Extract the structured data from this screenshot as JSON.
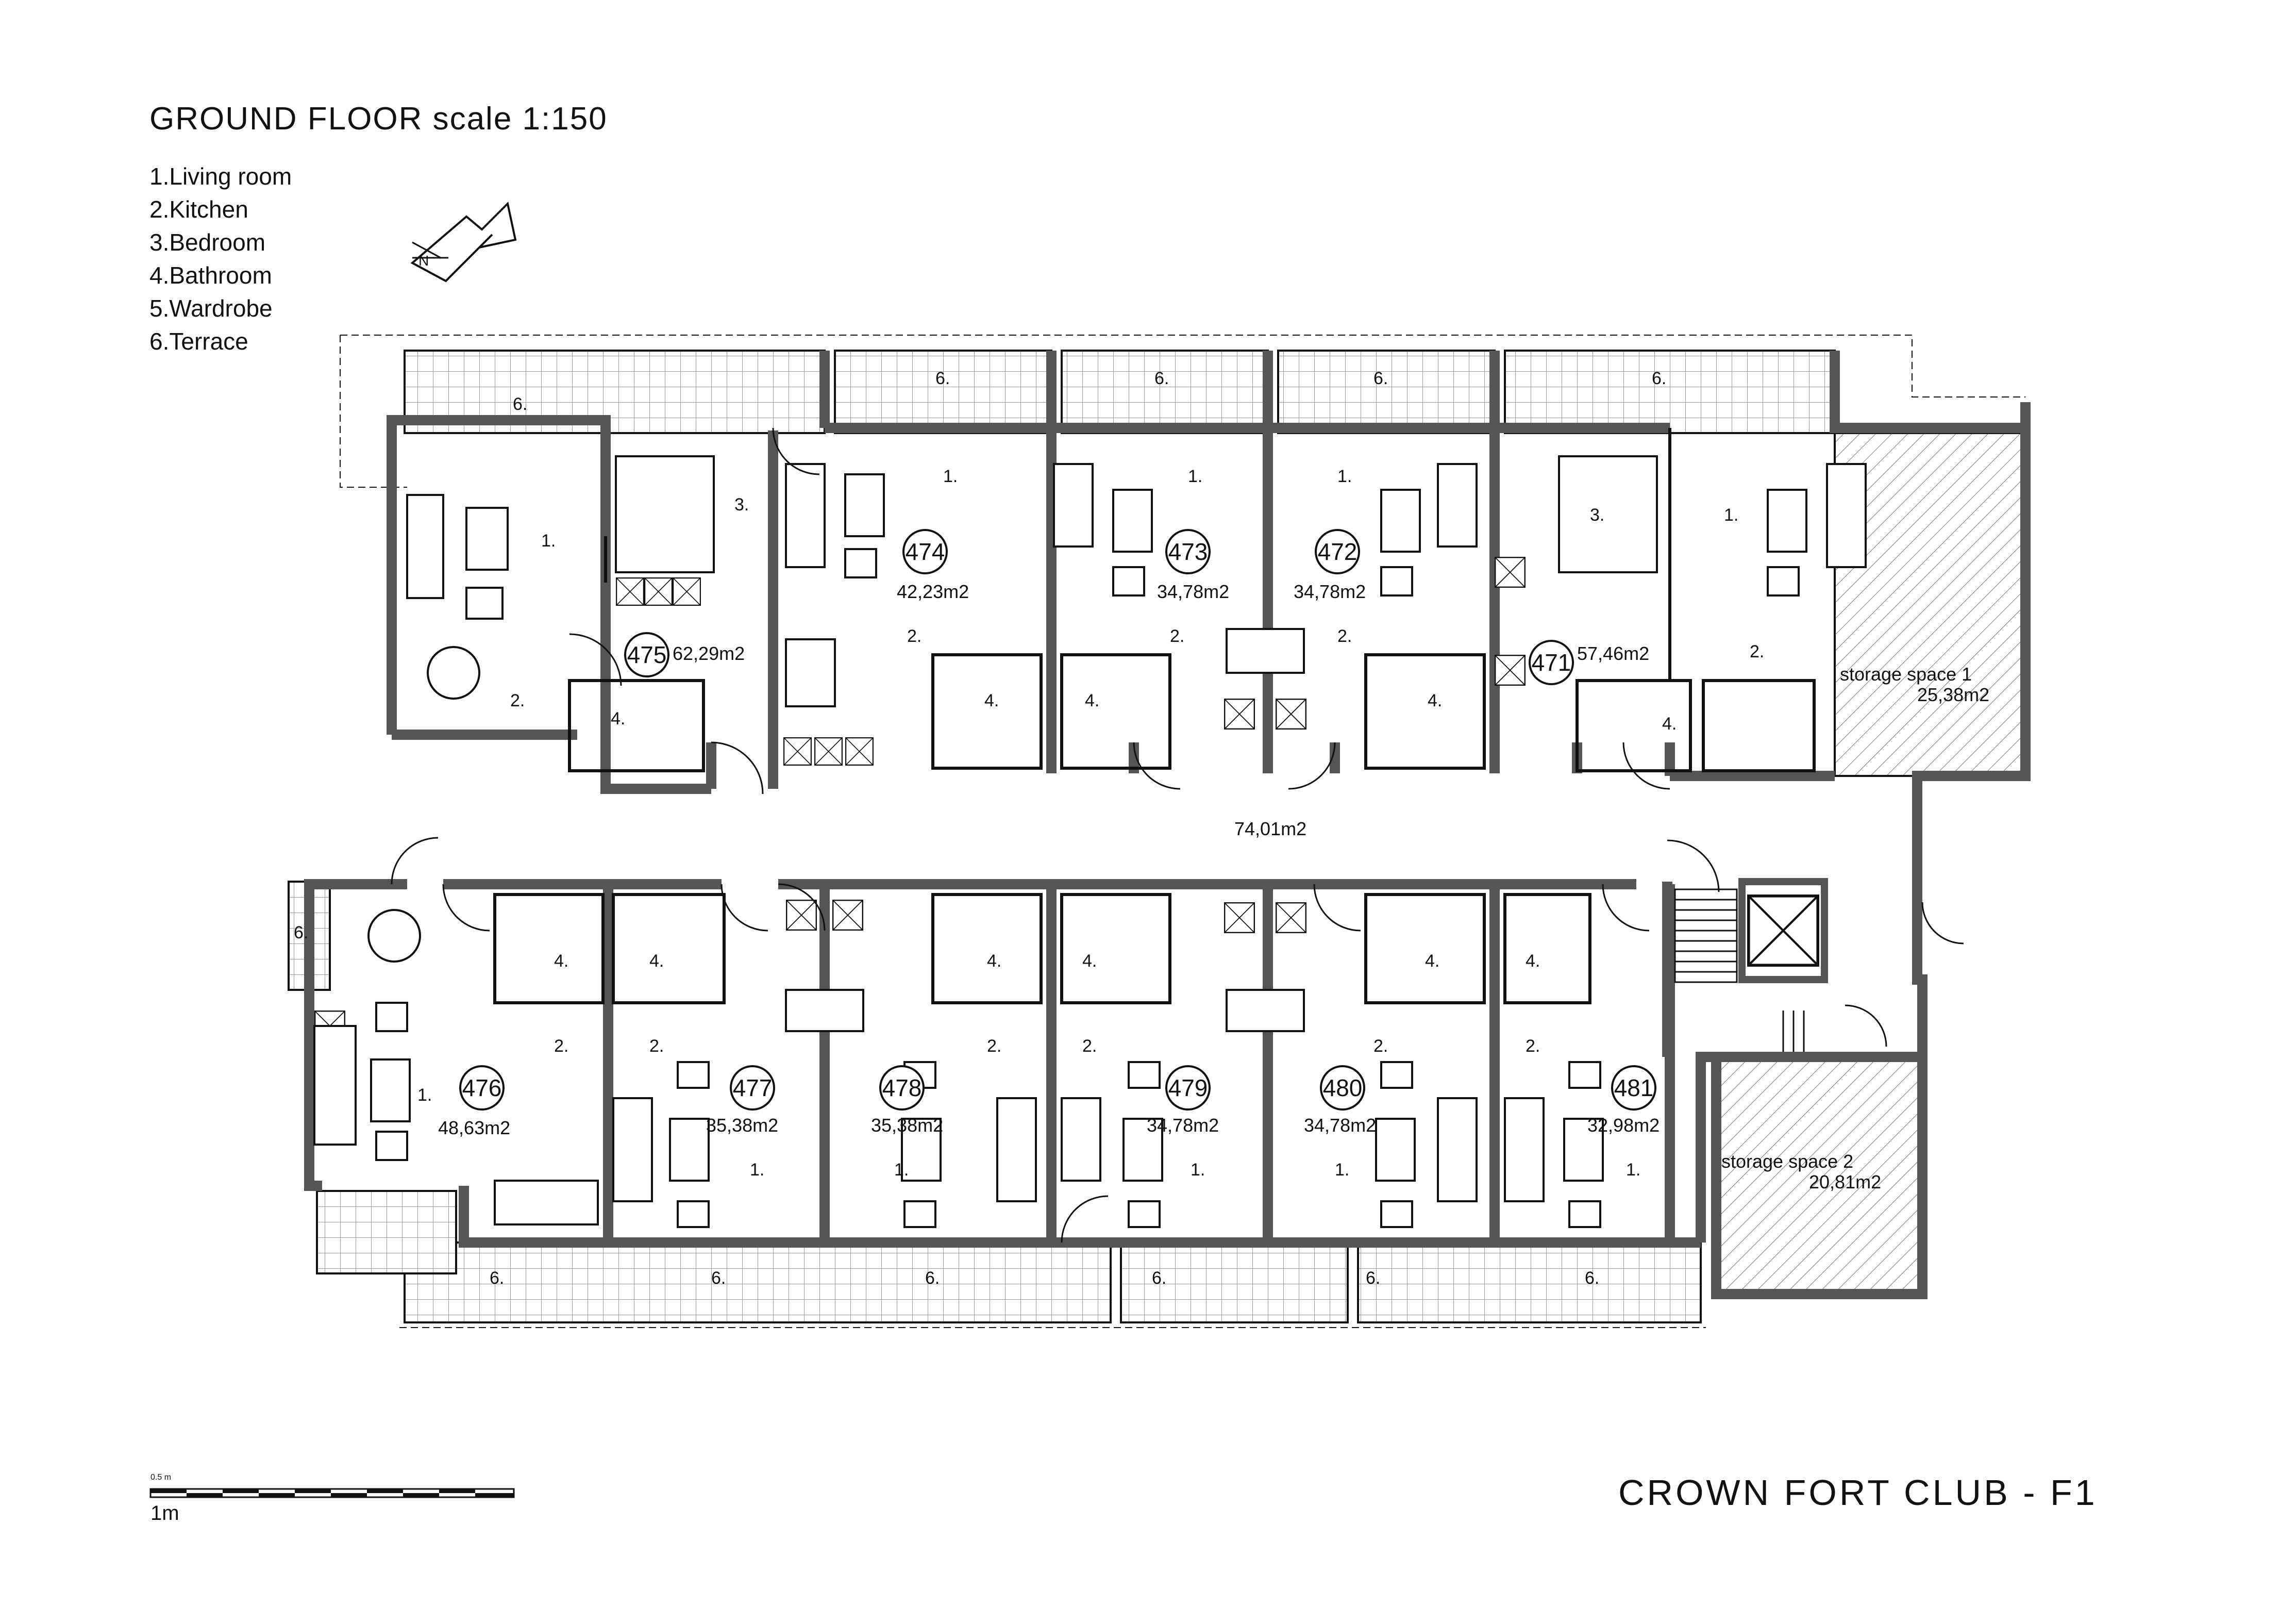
{
  "drawing": {
    "title": "GROUND FLOOR scale 1:150",
    "project": "CROWN FORT CLUB - F1",
    "north_arrow_label": "N"
  },
  "legend": [
    "1.Living room",
    "2.Kitchen",
    "3.Bedroom",
    "4.Bathroom",
    "5.Wardrobe",
    "6.Terrace"
  ],
  "scale_bar": {
    "top_label": "0.5 m",
    "bottom_label": "1m"
  },
  "units": [
    {
      "number": "475",
      "area": "62,29m2"
    },
    {
      "number": "474",
      "area": "42,23m2"
    },
    {
      "number": "473",
      "area": "34,78m2"
    },
    {
      "number": "472",
      "area": "34,78m2"
    },
    {
      "number": "471",
      "area": "57,46m2"
    },
    {
      "number": "476",
      "area": "48,63m2"
    },
    {
      "number": "477",
      "area": "35,38m2"
    },
    {
      "number": "478",
      "area": "35,38m2"
    },
    {
      "number": "479",
      "area": "34,78m2"
    },
    {
      "number": "480",
      "area": "34,78m2"
    },
    {
      "number": "481",
      "area": "32,98m2"
    }
  ],
  "corridor": {
    "area": "74,01m2"
  },
  "storage": [
    {
      "name": "storage space 1",
      "area": "25,38m2"
    },
    {
      "name": "storage space 2",
      "area": "20,81m2"
    }
  ],
  "room_codes": {
    "living": "1.",
    "kitchen": "2.",
    "bedroom": "3.",
    "bathroom": "4.",
    "terrace": "6."
  },
  "colors": {
    "wall": "#555555",
    "line": "#111111",
    "hatch": "#777777",
    "tile_grid": "#9a9a9a"
  }
}
